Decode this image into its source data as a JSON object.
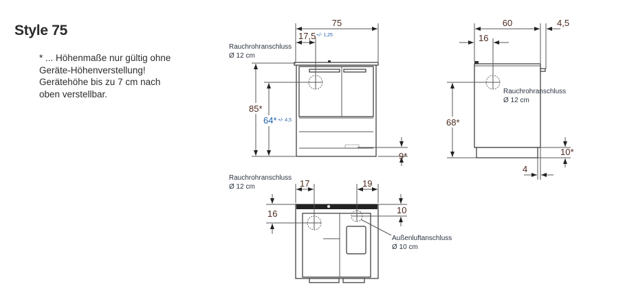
{
  "title": "Style 75",
  "note": [
    "* ... Höhenmaße nur gültig ohne",
    "Geräte-Höhenverstellung!",
    "Gerätehöhe bis zu 7 cm nach",
    "oben verstellbar."
  ],
  "front_view": {
    "width": "75",
    "flue_offset": "17,5",
    "flue_offset_tol": "+/- 1,25",
    "height": "85*",
    "flue_height": "64*",
    "flue_height_tol": "+/- 4,5",
    "plinth": "9*",
    "flue_label": "Rauchrohranschluss",
    "flue_diameter": "Ø 12 cm"
  },
  "side_view": {
    "depth": "60",
    "rear_protrusion": "4,5",
    "flue_offset": "16",
    "flue_height": "68*",
    "plinth": "10*",
    "plinth_recess": "4",
    "flue_label": "Rauchrohranschluss",
    "flue_diameter": "Ø 12 cm"
  },
  "top_view": {
    "flue_label": "Rauchrohranschluss",
    "flue_diameter": "Ø 12 cm",
    "flue_offset_x": "17",
    "air_offset_x": "19",
    "flue_offset_y": "16",
    "air_offset_y": "10",
    "air_label": "Außenluftanschluss",
    "air_diameter": "Ø 10 cm"
  }
}
